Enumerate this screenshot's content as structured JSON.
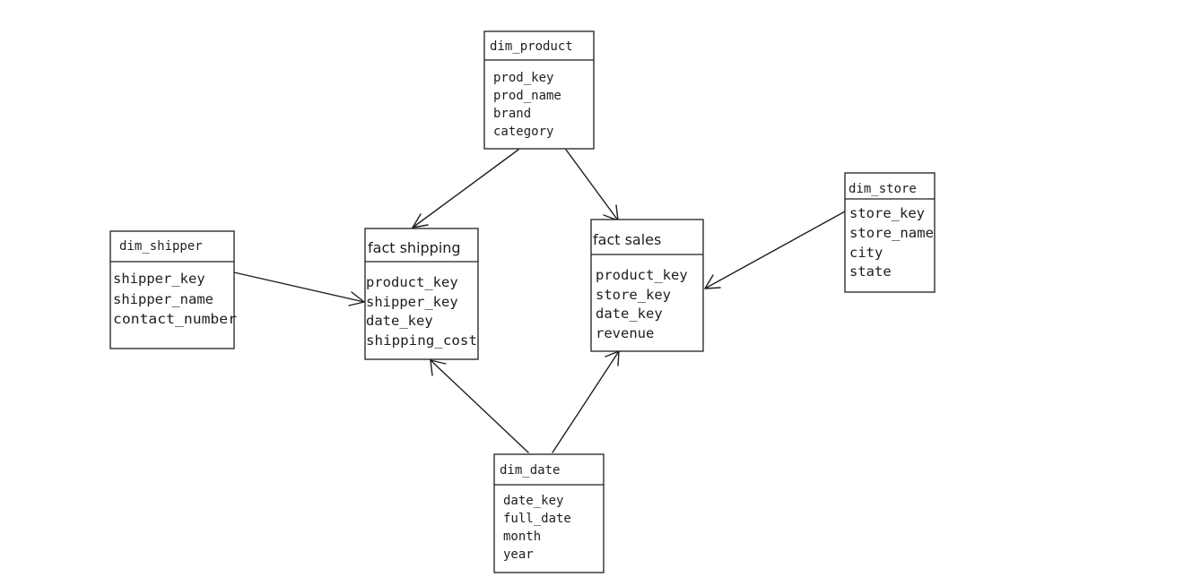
{
  "tables": {
    "dim_product": {
      "title": "dim_product",
      "fields": [
        "prod_key",
        "prod_name",
        "brand",
        "category"
      ]
    },
    "dim_store": {
      "title": "dim_store",
      "fields": [
        "store_key",
        "store_name",
        "city",
        "state"
      ]
    },
    "dim_shipper": {
      "title": "dim_shipper",
      "fields": [
        "shipper_key",
        "shipper_name",
        "contact_number"
      ]
    },
    "fact_shipping": {
      "title": "fact shipping",
      "fields": [
        "product_key",
        "shipper_key",
        "date_key",
        "shipping_cost"
      ]
    },
    "fact_sales": {
      "title": "fact sales",
      "fields": [
        "product_key",
        "store_key",
        "date_key",
        "revenue"
      ]
    },
    "dim_date": {
      "title": "dim_date",
      "fields": [
        "date_key",
        "full_date",
        "month",
        "year"
      ]
    }
  },
  "relationships": [
    {
      "from": "dim_product",
      "to": "fact_shipping"
    },
    {
      "from": "dim_product",
      "to": "fact_sales"
    },
    {
      "from": "dim_shipper",
      "to": "fact_shipping"
    },
    {
      "from": "dim_store",
      "to": "fact_sales"
    },
    {
      "from": "dim_date",
      "to": "fact_shipping"
    },
    {
      "from": "dim_date",
      "to": "fact_sales"
    }
  ]
}
